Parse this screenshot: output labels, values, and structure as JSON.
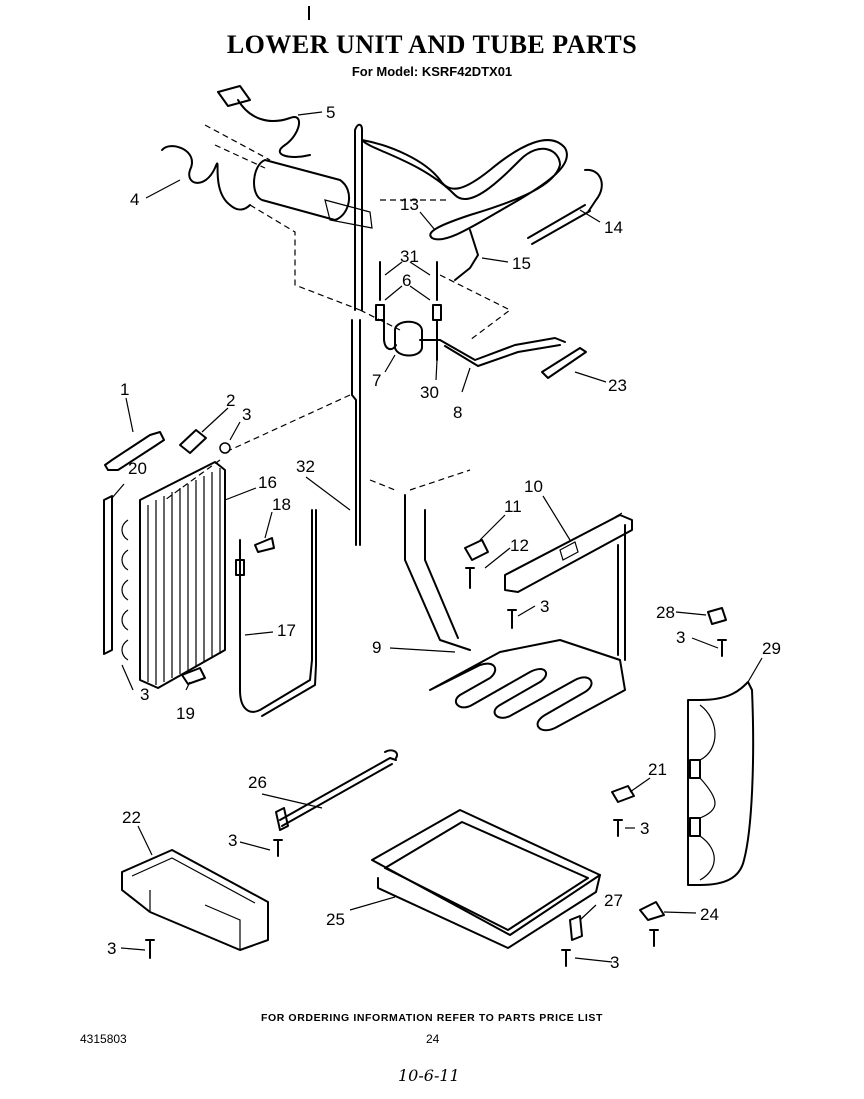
{
  "title": "LOWER UNIT AND TUBE PARTS",
  "subtitle": "For Model: KSRF42DTX01",
  "footer_note": "FOR ORDERING INFORMATION REFER TO PARTS PRICE LIST",
  "doc_number": "4315803",
  "page_number": "24",
  "handwritten_date": "10-6-11",
  "callouts": {
    "c1": "1",
    "c2": "2",
    "c3a": "3",
    "c3b": "3",
    "c3c": "3",
    "c3d": "3",
    "c3e": "3",
    "c3f": "3",
    "c3g": "3",
    "c3h": "3",
    "c4": "4",
    "c5": "5",
    "c6": "6",
    "c7": "7",
    "c8": "8",
    "c9": "9",
    "c10": "10",
    "c11": "11",
    "c12": "12",
    "c13": "13",
    "c14": "14",
    "c15": "15",
    "c16": "16",
    "c17": "17",
    "c18": "18",
    "c19": "19",
    "c20": "20",
    "c21": "21",
    "c22": "22",
    "c23": "23",
    "c24": "24",
    "c25": "25",
    "c26": "26",
    "c27": "27",
    "c28": "28",
    "c29": "29",
    "c30": "30",
    "c31": "31",
    "c32": "32"
  }
}
